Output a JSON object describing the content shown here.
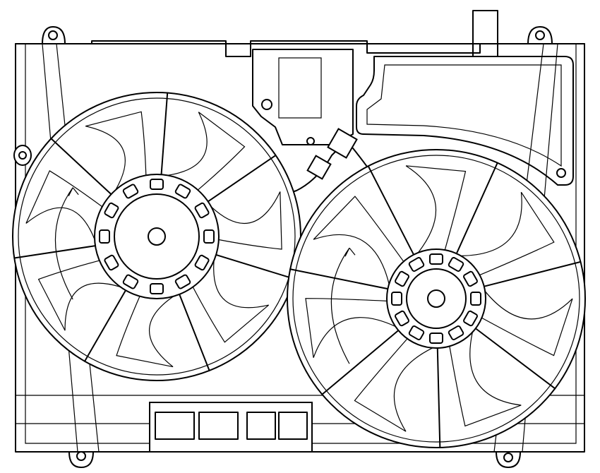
{
  "drawing": {
    "line_color": "#000000",
    "background_color": "#ffffff",
    "fans": [
      {
        "id": "left",
        "blades": 7
      },
      {
        "id": "right",
        "blades": 7
      }
    ]
  }
}
